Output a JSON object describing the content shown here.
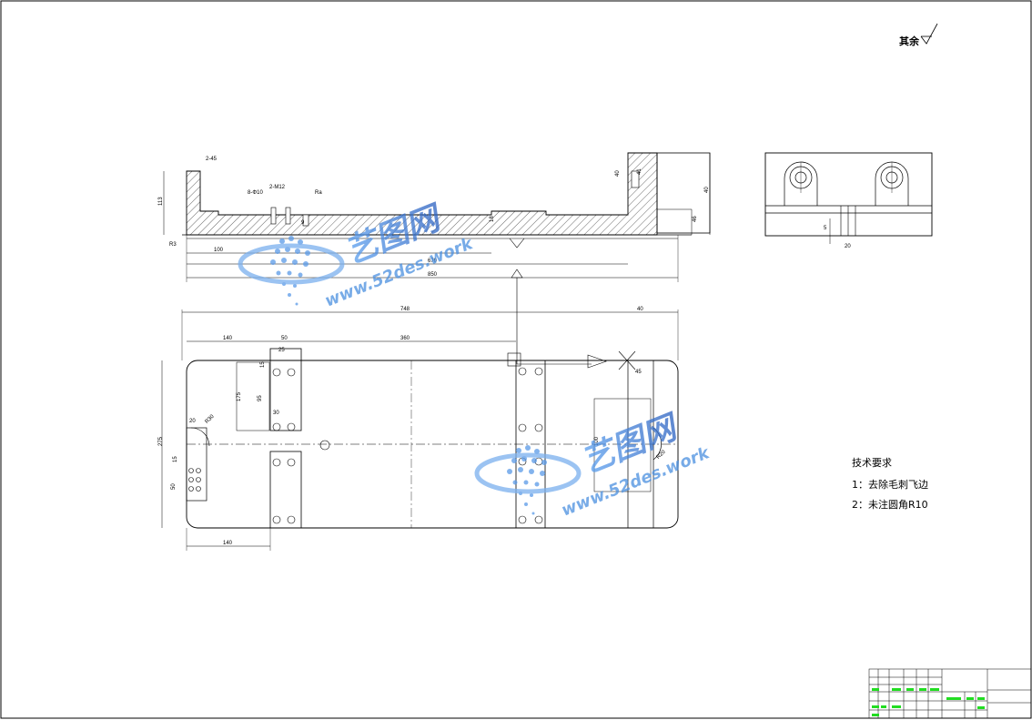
{
  "roughness_note": "其余",
  "tech_requirements": {
    "title": "技术要求",
    "items": [
      "1：去除毛刺飞边",
      "2：未注圆角R10"
    ]
  },
  "dimensions": {
    "front": {
      "h113": "113",
      "h46": "46",
      "w100": "100",
      "w670": "670",
      "w850": "850",
      "w40": "40",
      "r1": "R3",
      "hole_a": "2-45",
      "hole_b": "2-M12",
      "hole_c": "8-Φ10",
      "h40": "40",
      "h18": "18",
      "h41": "41",
      "h9": "9",
      "ra": "Ra"
    },
    "top": {
      "w748": "748",
      "w40": "40",
      "w140": "140",
      "w50": "50",
      "w360": "360",
      "w25": "25",
      "h15": "15",
      "h175": "175",
      "h95": "95",
      "w30": "30",
      "h275": "275",
      "h15b": "15",
      "h50": "50",
      "w140b": "140",
      "r30": "R30",
      "w20": "20",
      "h100": "100",
      "r20": "R20",
      "h45": "45"
    },
    "side": {
      "h5": "5",
      "w20": "20"
    }
  },
  "watermark": {
    "brand": "艺图网",
    "url": "www.52des.work"
  },
  "colors": {
    "line": "#000000",
    "title_green": "#22dd22",
    "watermark": "#4a8fe0"
  }
}
